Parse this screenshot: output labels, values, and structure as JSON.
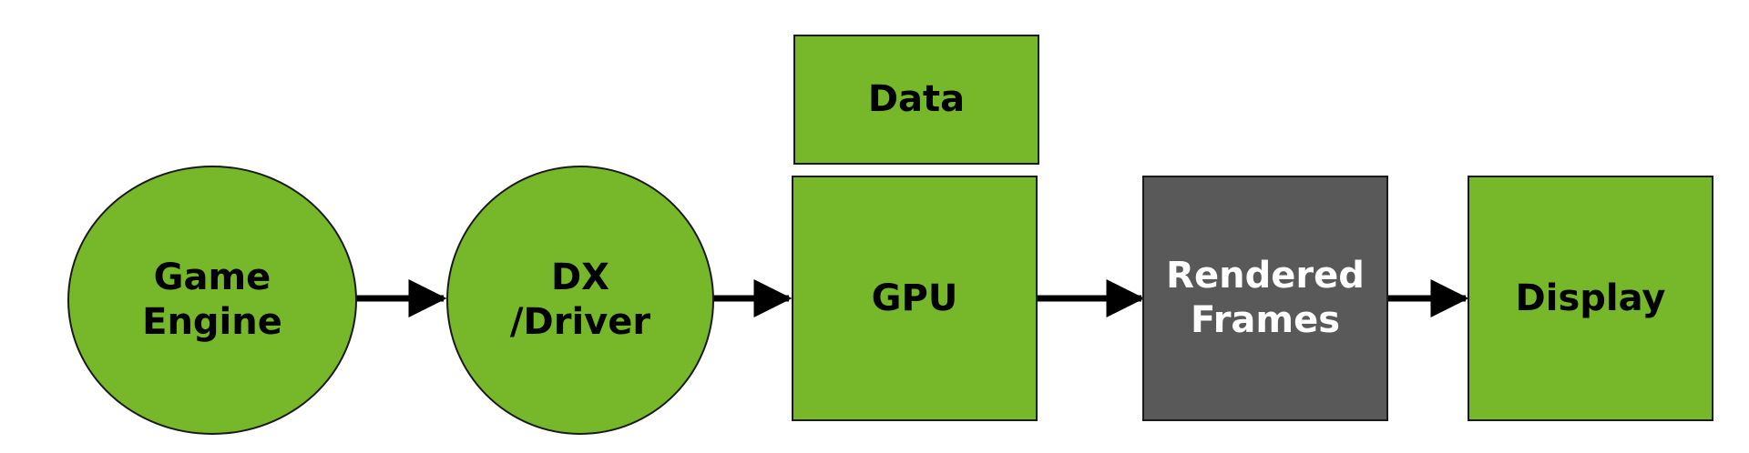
{
  "diagram": {
    "nodes": [
      {
        "id": "game-engine",
        "label": "Game\nEngine",
        "shape": "circle",
        "fill": "#76b82a",
        "text_color": "#000000"
      },
      {
        "id": "dx-driver",
        "label": "DX\n/Driver",
        "shape": "circle",
        "fill": "#76b82a",
        "text_color": "#000000"
      },
      {
        "id": "data",
        "label": "Data",
        "shape": "rect",
        "fill": "#76b82a",
        "text_color": "#000000"
      },
      {
        "id": "gpu",
        "label": "GPU",
        "shape": "rect",
        "fill": "#76b82a",
        "text_color": "#000000"
      },
      {
        "id": "rendered-frames",
        "label": "Rendered\nFrames",
        "shape": "rect",
        "fill": "#595959",
        "text_color": "#ffffff"
      },
      {
        "id": "display",
        "label": "Display",
        "shape": "rect",
        "fill": "#76b82a",
        "text_color": "#000000"
      }
    ],
    "edges": [
      {
        "from": "game-engine",
        "to": "dx-driver"
      },
      {
        "from": "dx-driver",
        "to": "gpu"
      },
      {
        "from": "gpu",
        "to": "rendered-frames"
      },
      {
        "from": "rendered-frames",
        "to": "display"
      }
    ],
    "colors": {
      "accent_green": "#76b82a",
      "dark_gray": "#595959",
      "outline": "#1a1a1a",
      "arrow": "#000000"
    }
  }
}
